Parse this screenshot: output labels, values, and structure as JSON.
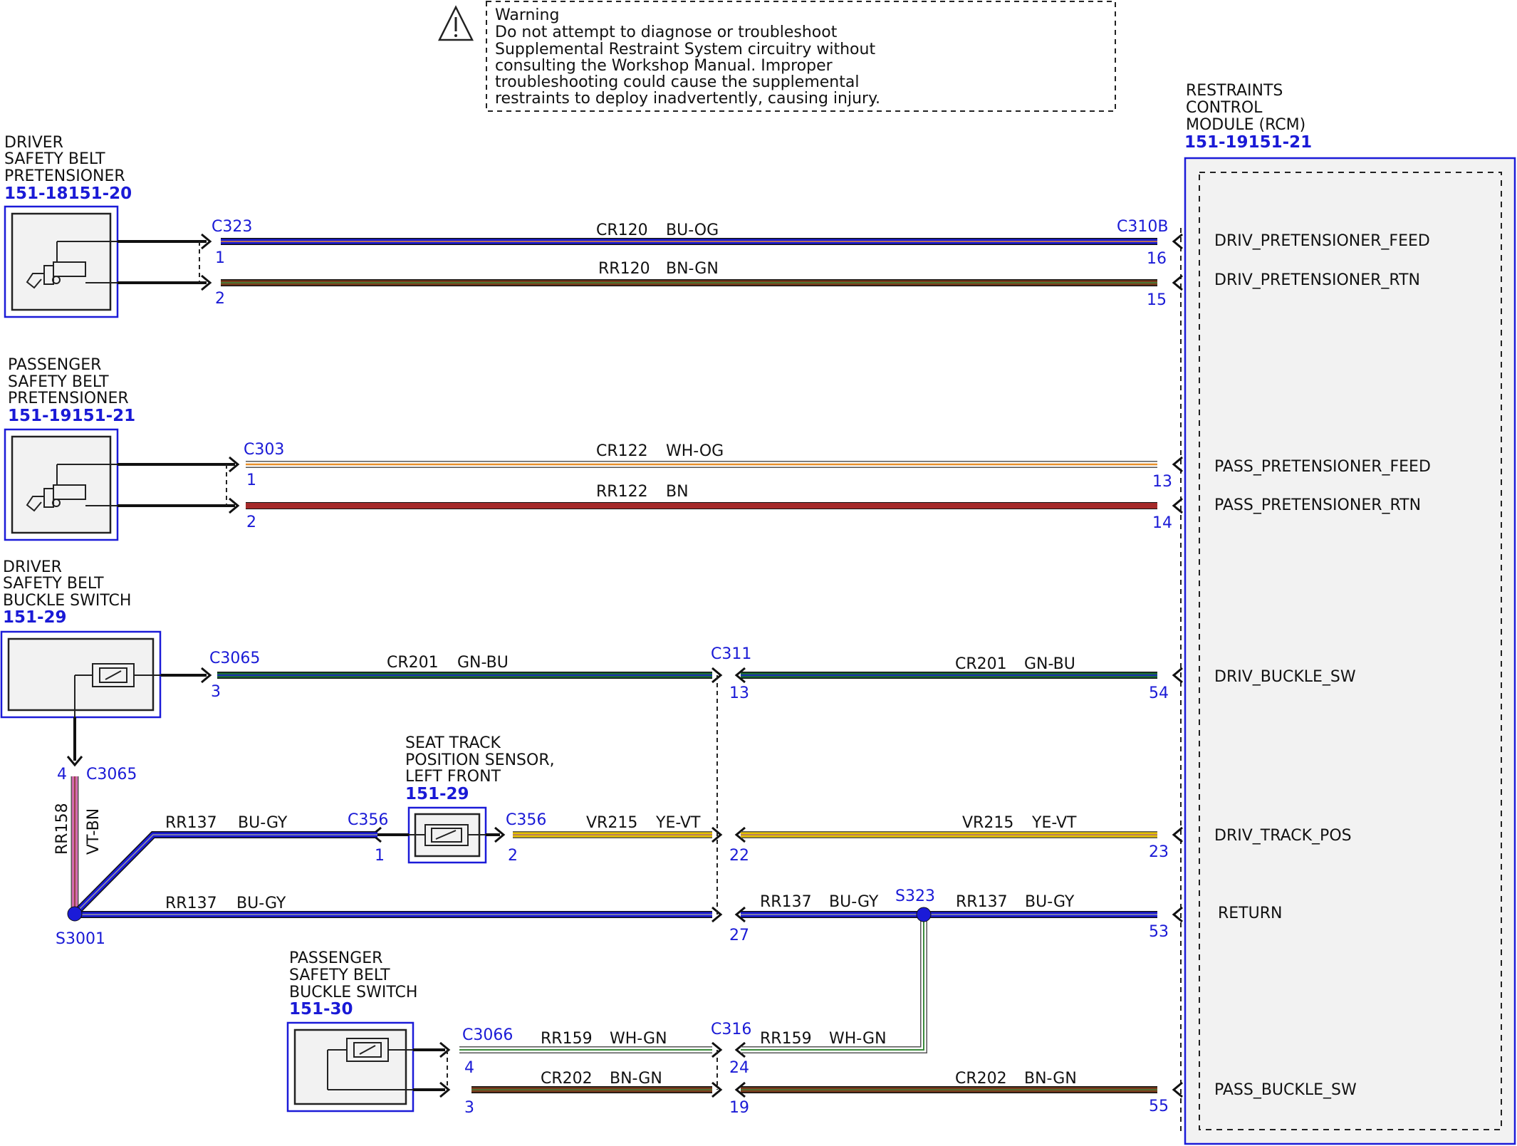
{
  "colors": {
    "BU": "#1b1bd8",
    "BU-OG": "#1b1bd8",
    "BN-GN": "#7a3b1c",
    "WH-OG": "#f3c98a",
    "BN": "#a52a2a",
    "GN-BU": "#1a6b3a",
    "YE-VT": "#e6c200",
    "BU-GY": "#1b1bd8",
    "WH-GN": "#6fb86f",
    "VT-BN": "#d46ab0",
    "label": "#1a1ad6"
  },
  "warning": {
    "title": "Warning",
    "lines": [
      "Do not attempt to diagnose or troubleshoot",
      "Supplemental Restraint System circuitry without",
      "consulting the Workshop Manual. Improper",
      "troubleshooting could cause the supplemental",
      "restraints to deploy inadvertently, causing injury."
    ]
  },
  "rcm": {
    "name": [
      "RESTRAINTS",
      "CONTROL",
      "MODULE (RCM)"
    ],
    "part": "151-19151-21",
    "signals": [
      "DRIV_PRETENSIONER_FEED",
      "DRIV_PRETENSIONER_RTN",
      "PASS_PRETENSIONER_FEED",
      "PASS_PRETENSIONER_RTN",
      "DRIV_BUCKLE_SW",
      "DRIV_TRACK_POS",
      "RETURN",
      "PASS_BUCKLE_SW"
    ],
    "connector": "C310B"
  },
  "components": {
    "driver_pretensioner": {
      "name": [
        "DRIVER",
        "SAFETY BELT",
        "PRETENSIONER"
      ],
      "part": "151-18151-20"
    },
    "passenger_pretensioner": {
      "name": [
        "PASSENGER",
        "SAFETY BELT",
        "PRETENSIONER"
      ],
      "part": "151-19151-21"
    },
    "driver_buckle": {
      "name": [
        "DRIVER",
        "SAFETY BELT",
        "BUCKLE SWITCH"
      ],
      "part": "151-29"
    },
    "seat_track": {
      "name": [
        "SEAT TRACK",
        "POSITION SENSOR,",
        "LEFT FRONT"
      ],
      "part": "151-29"
    },
    "passenger_buckle": {
      "name": [
        "PASSENGER",
        "SAFETY BELT",
        "BUCKLE SWITCH"
      ],
      "part": "151-30"
    }
  },
  "connectors": {
    "C323": "C323",
    "C303": "C303",
    "C3065": "C3065",
    "C3065b": "C3065",
    "C311": "C311",
    "C356a": "C356",
    "C356b": "C356",
    "C3066": "C3066",
    "C316": "C316",
    "S3001": "S3001",
    "S323": "S323"
  },
  "pins": {
    "c323_1": "1",
    "c323_2": "2",
    "rcm_16": "16",
    "rcm_15": "15",
    "c303_1": "1",
    "c303_2": "2",
    "rcm_13": "13",
    "rcm_14": "14",
    "c3065_3": "3",
    "c311_13": "13",
    "rcm_54": "54",
    "c3065_4": "4",
    "c356_1": "1",
    "c356_2": "2",
    "c311_22": "22",
    "rcm_23": "23",
    "c311_27": "27",
    "rcm_53": "53",
    "c3066_4": "4",
    "c316_24": "24",
    "c3066_3": "3",
    "c316_19": "19",
    "rcm_55": "55"
  },
  "wires": {
    "cr120": {
      "circuit": "CR120",
      "color": "BU-OG"
    },
    "rr120": {
      "circuit": "RR120",
      "color": "BN-GN"
    },
    "cr122": {
      "circuit": "CR122",
      "color": "WH-OG"
    },
    "rr122": {
      "circuit": "RR122",
      "color": "BN"
    },
    "cr201a": {
      "circuit": "CR201",
      "color": "GN-BU"
    },
    "cr201b": {
      "circuit": "CR201",
      "color": "GN-BU"
    },
    "rr158": {
      "circuit": "RR158",
      "color": "VT-BN"
    },
    "rr137a": {
      "circuit": "RR137",
      "color": "BU-GY"
    },
    "vr215a": {
      "circuit": "VR215",
      "color": "YE-VT"
    },
    "vr215b": {
      "circuit": "VR215",
      "color": "YE-VT"
    },
    "rr137b": {
      "circuit": "RR137",
      "color": "BU-GY"
    },
    "rr137c": {
      "circuit": "RR137",
      "color": "BU-GY"
    },
    "rr137d": {
      "circuit": "RR137",
      "color": "BU-GY"
    },
    "rr159a": {
      "circuit": "RR159",
      "color": "WH-GN"
    },
    "rr159b": {
      "circuit": "RR159",
      "color": "WH-GN"
    },
    "cr202a": {
      "circuit": "CR202",
      "color": "BN-GN"
    },
    "cr202b": {
      "circuit": "CR202",
      "color": "BN-GN"
    }
  }
}
